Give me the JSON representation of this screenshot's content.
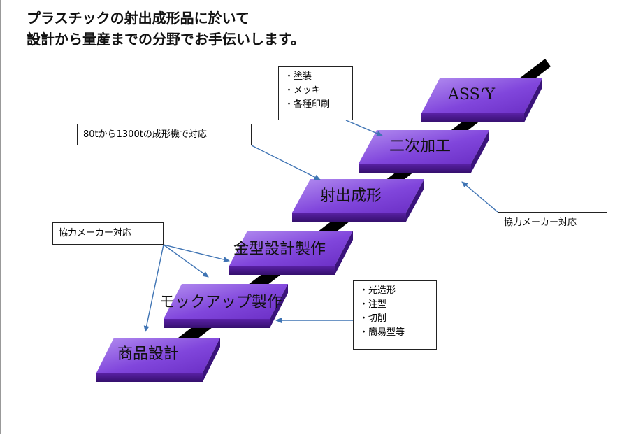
{
  "title": {
    "line1": "プラスチックの射出成形品に於いて",
    "line2": "設計から量産までの分野でお手伝いします。"
  },
  "steps": [
    {
      "id": "product-design",
      "label": "商品設計"
    },
    {
      "id": "mockup",
      "label": "モックアップ製作"
    },
    {
      "id": "mold",
      "label": "金型設計製作"
    },
    {
      "id": "injection",
      "label": "射出成形"
    },
    {
      "id": "secondary",
      "label": "二次加工"
    },
    {
      "id": "assy",
      "label": "ASS‘Y"
    }
  ],
  "notes": {
    "top": [
      "・塗装",
      "・メッキ",
      "・各種印刷"
    ],
    "machines": "80tから1300tの成形機で対応",
    "partner_left": "協力メーカー対応",
    "partner_right": "協力メーカー対応",
    "mockup_methods": [
      "・光造形",
      "・注型",
      "・切削",
      "・簡易型等"
    ]
  },
  "colors": {
    "step_top": "#7a3fd0",
    "step_side": "#4a1790",
    "arrow": "#3f74b4",
    "spine": "#000000"
  }
}
